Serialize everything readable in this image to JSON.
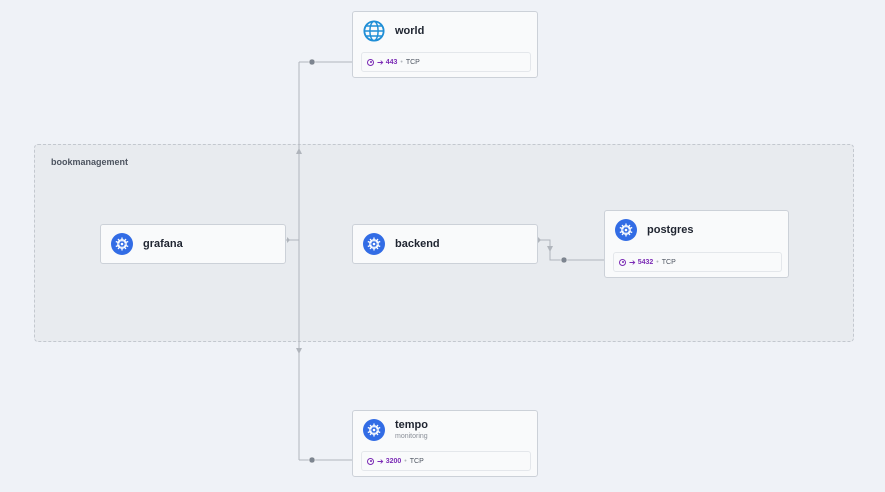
{
  "namespace": {
    "label": "bookmanagement"
  },
  "nodes": {
    "world": {
      "name": "world",
      "icon": "globe-icon",
      "port": "443",
      "protocol": "TCP"
    },
    "grafana": {
      "name": "grafana",
      "icon": "kubernetes-icon"
    },
    "backend": {
      "name": "backend",
      "icon": "kubernetes-icon"
    },
    "postgres": {
      "name": "postgres",
      "icon": "kubernetes-icon",
      "port": "5432",
      "protocol": "TCP"
    },
    "tempo": {
      "name": "tempo",
      "namespace": "monitoring",
      "icon": "kubernetes-icon",
      "port": "3200",
      "protocol": "TCP"
    }
  },
  "colors": {
    "kubernetes": "#326ce5",
    "port": "#7b2bb5",
    "globe": "#1f8ed6",
    "edge": "#b0b5bc"
  }
}
